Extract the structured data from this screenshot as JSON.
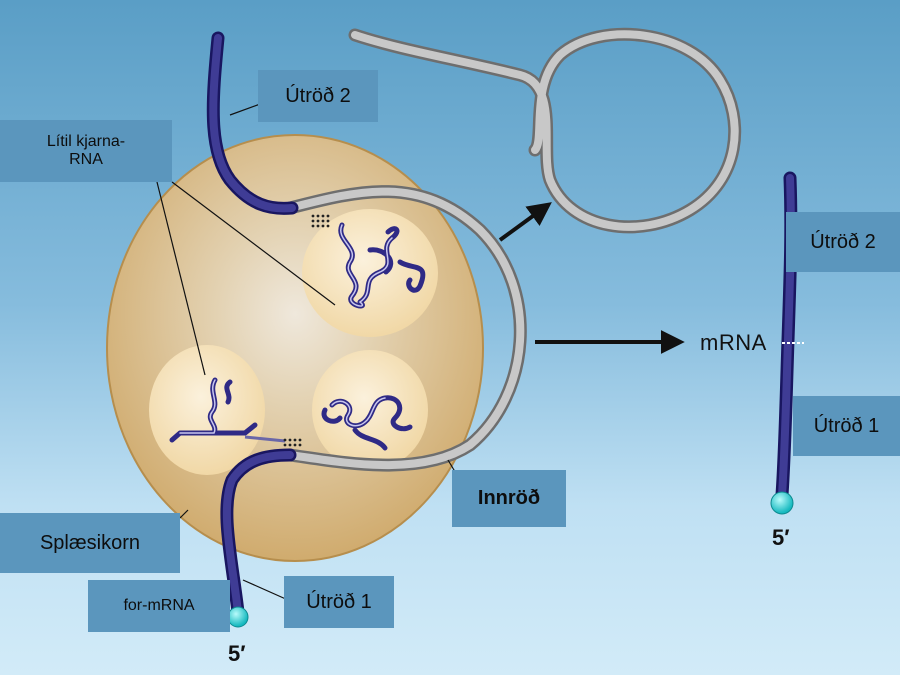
{
  "labels": {
    "exon2_left": "Útröð 2",
    "snrna": "Lítil kjarna-\nRNA",
    "splicesome": "Splæsikorn",
    "pre_mrna": "for-mRNA",
    "exon1_left": "Útröð 1",
    "intron": "Innröð",
    "mrna": "mRNA",
    "exon2_right": "Útröð 2",
    "exon1_right": "Útröð 1",
    "five_prime_left": "5′",
    "five_prime_right": "5′"
  },
  "colors": {
    "exon": "#3c3a8f",
    "intron": "#b5b5b5",
    "spliceosome": "#d9b980",
    "cap": "#2fd3d3",
    "label_box": "#5b96bd"
  }
}
